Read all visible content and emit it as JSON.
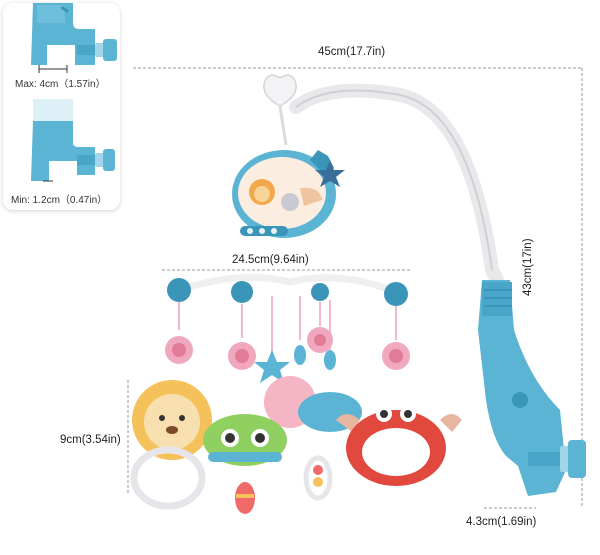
{
  "clamp_insets": {
    "max_label": "Max: 4cm（1.57in）",
    "min_label": "Min: 1.2cm（0.47in）"
  },
  "dimensions": {
    "total_width": "45cm(17.7in)",
    "hanger_width": "24.5cm(9.64in)",
    "height": "43cm(17in)",
    "toy_height": "9cm(3.54in)",
    "clamp_width": "4.3cm(1.69in)"
  },
  "colors": {
    "accent_blue": "#5bb4d4",
    "dark_blue": "#3a95b8",
    "pink": "#f0a8be",
    "lion_yellow": "#f4c15a",
    "crab_red": "#e2493e",
    "owl_green": "#8fd060"
  }
}
